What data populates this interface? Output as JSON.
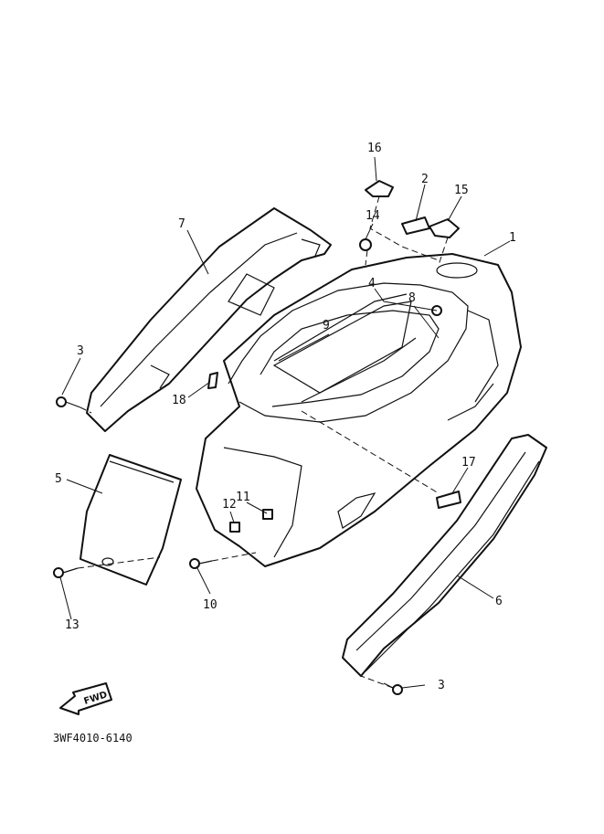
{
  "diagram_code": "3WF4010-6140",
  "fwd_label": "FWD",
  "callouts": [
    {
      "id": "1",
      "label": "1"
    },
    {
      "id": "2",
      "label": "2"
    },
    {
      "id": "3a",
      "label": "3"
    },
    {
      "id": "3b",
      "label": "3"
    },
    {
      "id": "4",
      "label": "4"
    },
    {
      "id": "5",
      "label": "5"
    },
    {
      "id": "6",
      "label": "6"
    },
    {
      "id": "7",
      "label": "7"
    },
    {
      "id": "8",
      "label": "8"
    },
    {
      "id": "9",
      "label": "9"
    },
    {
      "id": "10",
      "label": "10"
    },
    {
      "id": "11",
      "label": "11"
    },
    {
      "id": "12",
      "label": "12"
    },
    {
      "id": "13",
      "label": "13"
    },
    {
      "id": "14",
      "label": "14"
    },
    {
      "id": "15",
      "label": "15"
    },
    {
      "id": "16",
      "label": "16"
    },
    {
      "id": "17",
      "label": "17"
    },
    {
      "id": "18",
      "label": "18"
    }
  ]
}
